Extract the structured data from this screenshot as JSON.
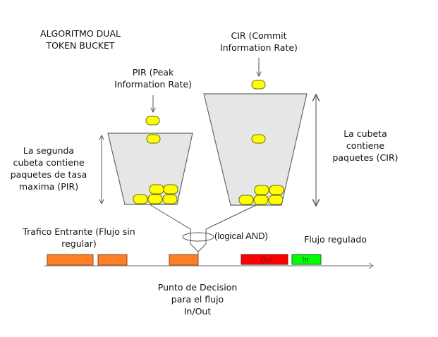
{
  "title": [
    "ALGORITMO DUAL",
    "TOKEN BUCKET"
  ],
  "pir": {
    "label": [
      "PIR (Peak",
      "Information Rate)"
    ],
    "description": [
      "La segunda",
      "cubeta contiene",
      "paquetes de tasa",
      "maxima (PIR)"
    ],
    "tokens_in_bucket": 5,
    "tokens_falling": 2
  },
  "cir": {
    "label": [
      "CIR (Commit",
      "Information Rate)"
    ],
    "description": [
      "La cubeta",
      "contiene",
      "paquetes (CIR)"
    ],
    "tokens_in_bucket": 5,
    "tokens_falling": 2
  },
  "logical_and_label": "(logical AND)",
  "incoming": {
    "label": [
      "Trafico Entrante (Flujo sin",
      "regular)"
    ],
    "packets": 3
  },
  "regulated": {
    "label": "Flujo regulado",
    "packets": [
      {
        "label": "Out",
        "color": "#ff0000"
      },
      {
        "label": "In",
        "color": "#00ff00"
      }
    ]
  },
  "decision_point": [
    "Punto de Decision",
    "para el flujo",
    "In/Out"
  ],
  "colors": {
    "token": "#ffff00",
    "bucket_fill": "#e6e6e6",
    "incoming_packet": "#ff7f27"
  }
}
